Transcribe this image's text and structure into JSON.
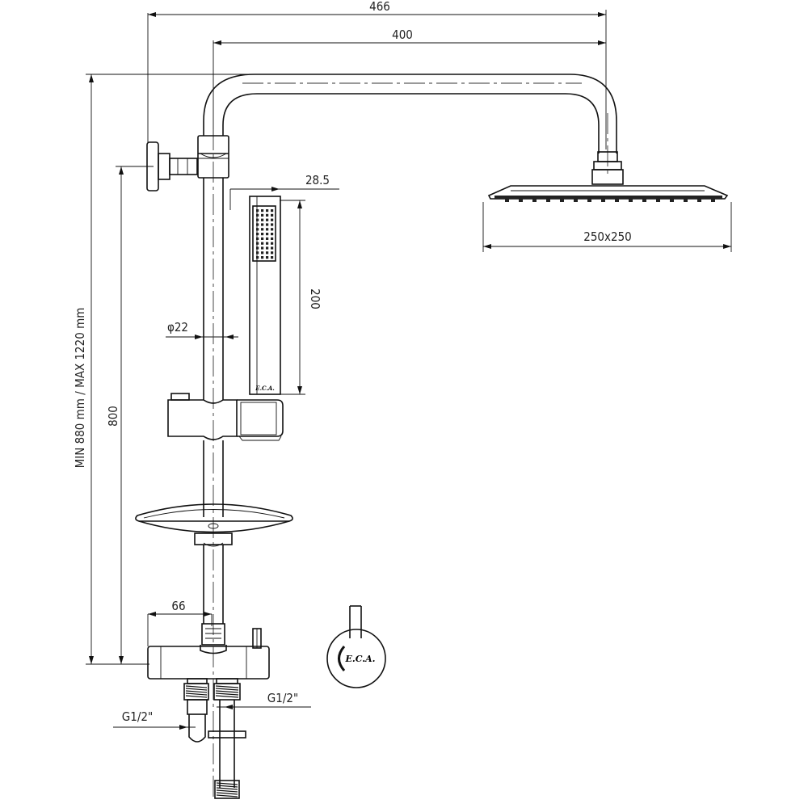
{
  "dimensions": {
    "total_width": "466",
    "arm_length": "400",
    "hand_shower_width": "28.5",
    "hand_shower_length": "200",
    "head_size": "250x250",
    "pipe_diameter": "φ22",
    "rail_length": "800",
    "height_range": "MIN 880 mm  / MAX 1220 mm",
    "mixer_offset": "66",
    "inlet_left": "G1/2\"",
    "inlet_right": "G1/2\""
  },
  "brand": "E.C.A."
}
